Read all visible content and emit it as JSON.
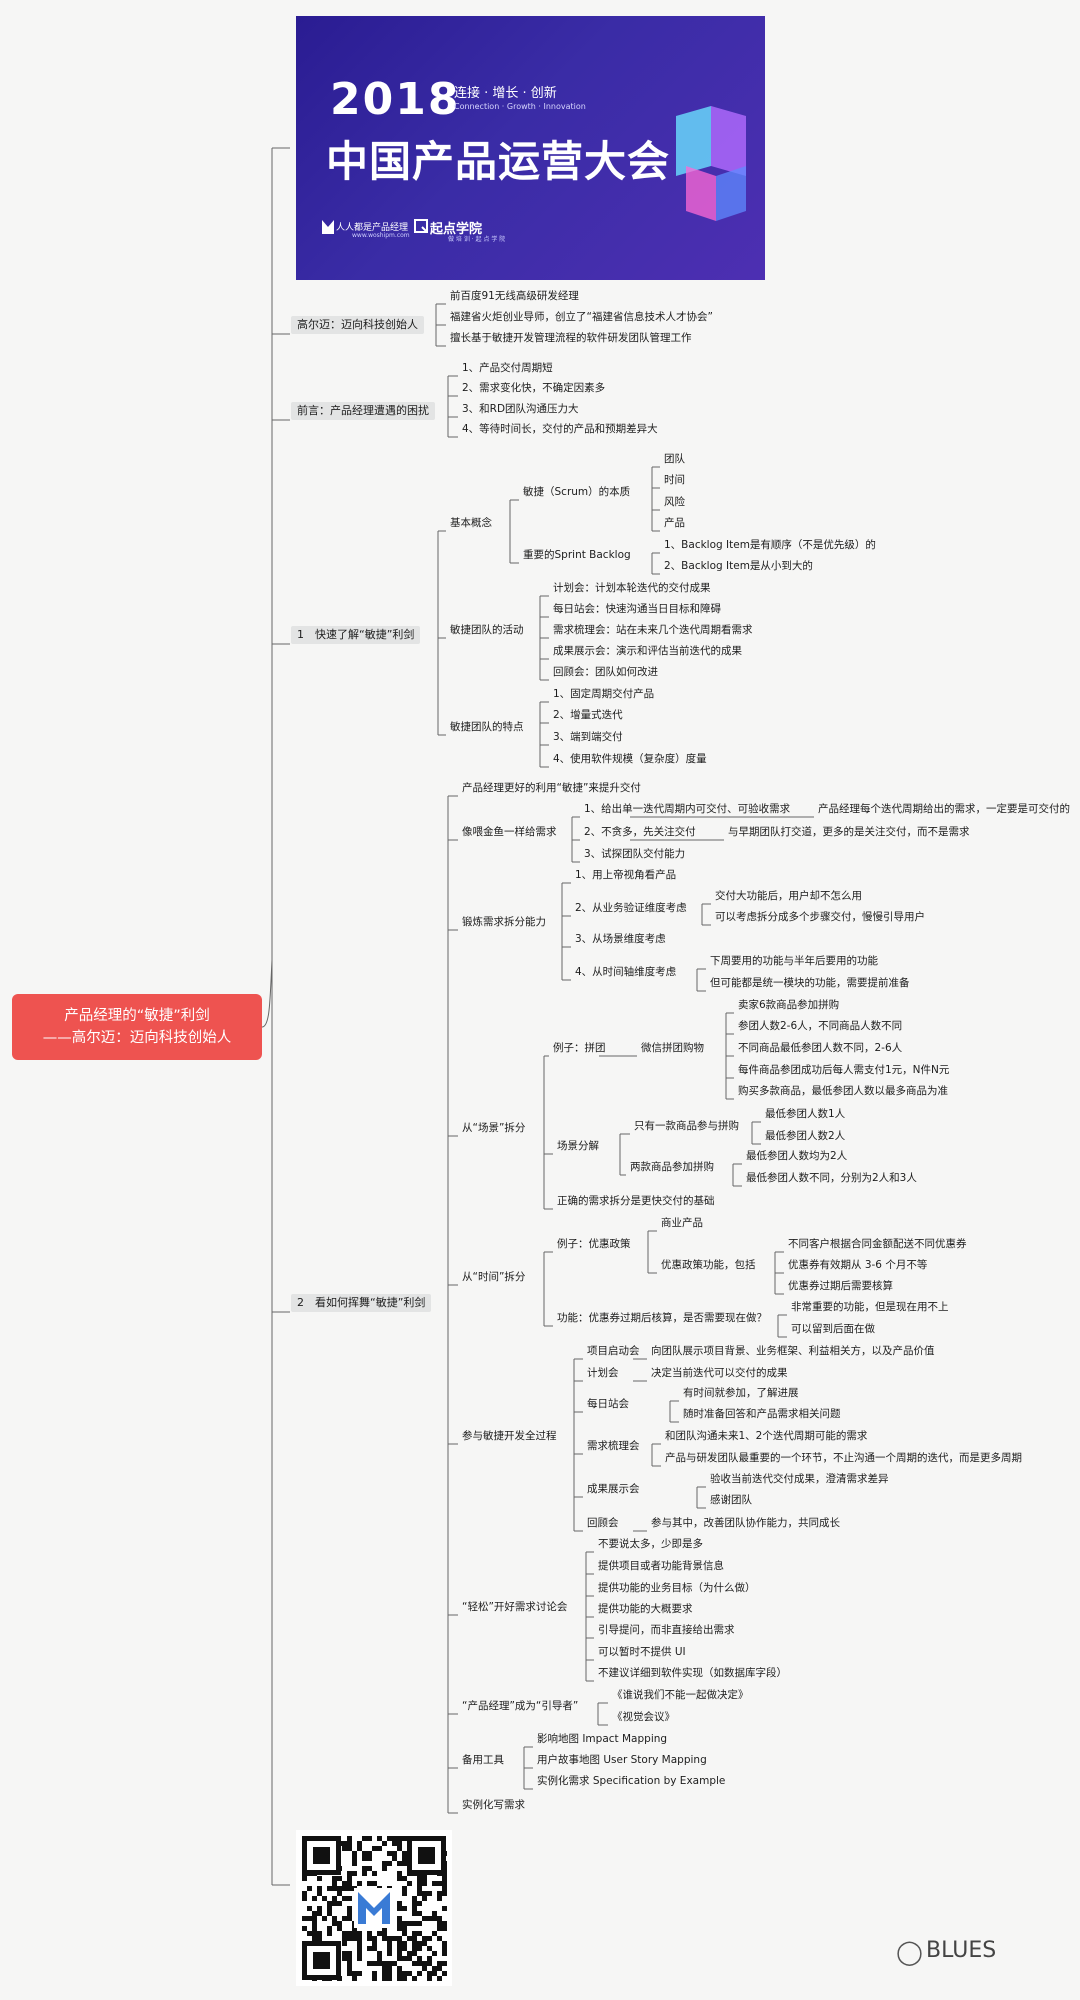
{
  "banner": {
    "year": "2018",
    "slogan": "连接 · 增长 · 创新",
    "slogan_en": "Connection · Growth · Innovation",
    "title": "中国产品运营大会",
    "org1": "人人都是产品经理",
    "org1_en": "www.woshipm.com",
    "org2": "起点学院",
    "org2_en": "做 培 训 · 起 点 学 院",
    "brand_color": "#2d1f9b"
  },
  "root": {
    "line1": "产品经理的“敏捷”利剑",
    "line2": "——高尔迈：迈向科技创始人",
    "color": "#ee5350"
  },
  "watermark": "BLUES",
  "mindmap": {
    "n1": "高尔迈：迈向科技创始人",
    "n1_1": "前百度91无线高级研发经理",
    "n1_2": "福建省火炬创业导师，创立了“福建省信息技术人才协会”",
    "n1_3": "擅长基于敏捷开发管理流程的软件研发团队管理工作",
    "n2": "前言：产品经理遭遇的困扰",
    "n2_1": "1、产品交付周期短",
    "n2_2": "2、需求变化快，不确定因素多",
    "n2_3": "3、和RD团队沟通压力大",
    "n2_4": "4、等待时间长，交付的产品和预期差异大",
    "n3": "1　快速了解“敏捷”利剑",
    "n3a": "基本概念",
    "n3a1": "敏捷（Scrum）的本质",
    "n3a1_1": "团队",
    "n3a1_2": "时间",
    "n3a1_3": "风险",
    "n3a1_4": "产品",
    "n3a2": "重要的Sprint Backlog",
    "n3a2_1": "1、Backlog Item是有顺序（不是优先级）的",
    "n3a2_2": "2、Backlog Item是从小到大的",
    "n3b": "敏捷团队的活动",
    "n3b_1": "计划会：计划本轮迭代的交付成果",
    "n3b_2": "每日站会：快速沟通当日目标和障碍",
    "n3b_3": "需求梳理会：站在未来几个迭代周期看需求",
    "n3b_4": "成果展示会：演示和评估当前迭代的成果",
    "n3b_5": "回顾会：团队如何改进",
    "n3c": "敏捷团队的特点",
    "n3c_1": "1、固定周期交付产品",
    "n3c_2": "2、增量式迭代",
    "n3c_3": "3、端到端交付",
    "n3c_4": "4、使用软件规模（复杂度）度量",
    "n4": "2　看如何挥舞“敏捷”利剑",
    "n4a": "产品经理更好的利用“敏捷”来提升交付",
    "n4b": "像喂金鱼一样给需求",
    "n4b_1": "1、给出单一迭代周期内可交付、可验收需求",
    "n4b_1x": "产品经理每个迭代周期给出的需求，一定要是可交付的",
    "n4b_2": "2、不贪多，先关注交付",
    "n4b_2x": "与早期团队打交道，更多的是关注交付，而不是需求",
    "n4b_3": "3、试探团队交付能力",
    "n4c": "锻炼需求拆分能力",
    "n4c_1": "1、用上帝视角看产品",
    "n4c_2": "2、从业务验证维度考虑",
    "n4c_2a": "交付大功能后，用户却不怎么用",
    "n4c_2b": "可以考虑拆分成多个步骤交付，慢慢引导用户",
    "n4c_3": "3、从场景维度考虑",
    "n4c_4": "4、从时间轴维度考虑",
    "n4c_4a": "下周要用的功能与半年后要用的功能",
    "n4c_4b": "但可能都是统一模块的功能，需要提前准备",
    "n4d": "从“场景”拆分",
    "n4d1": "例子：拼团",
    "n4d1a": "微信拼团购物",
    "n4d1a_1": "卖家6款商品参加拼购",
    "n4d1a_2": "参团人数2-6人，不同商品人数不同",
    "n4d1a_3": "不同商品最低参团人数不同，2-6人",
    "n4d1a_4": "每件商品参团成功后每人需支付1元，N件N元",
    "n4d1a_5": "购买多款商品，最低参团人数以最多商品为准",
    "n4d2": "场景分解",
    "n4d2a": "只有一款商品参与拼购",
    "n4d2a_1": "最低参团人数1人",
    "n4d2a_2": "最低参团人数2人",
    "n4d2b": "两款商品参加拼购",
    "n4d2b_1": "最低参团人数均为2人",
    "n4d2b_2": "最低参团人数不同，分别为2人和3人",
    "n4d3": "正确的需求拆分是更快交付的基础",
    "n4e": "从“时间”拆分",
    "n4e1": "例子：优惠政策",
    "n4e1a": "商业产品",
    "n4e1b": "优惠政策功能，包括",
    "n4e1b_1": "不同客户根据合同金额配送不同优惠券",
    "n4e1b_2": "优惠券有效期从 3-6 个月不等",
    "n4e1b_3": "优惠券过期后需要核算",
    "n4e2": "功能：优惠券过期后核算，是否需要现在做？",
    "n4e2_1": "非常重要的功能，但是现在用不上",
    "n4e2_2": "可以留到后面在做",
    "n4f": "参与敏捷开发全过程",
    "n4f1": "项目启动会",
    "n4f1x": "向团队展示项目背景、业务框架、利益相关方，以及产品价值",
    "n4f2": "计划会",
    "n4f2x": "决定当前迭代可以交付的成果",
    "n4f3": "每日站会",
    "n4f3a": "有时间就参加，了解进展",
    "n4f3b": "随时准备回答和产品需求相关问题",
    "n4f4": "需求梳理会",
    "n4f4a": "和团队沟通未来1、2个迭代周期可能的需求",
    "n4f4b": "产品与研发团队最重要的一个环节，不止沟通一个周期的迭代，而是更多周期",
    "n4f5": "成果展示会",
    "n4f5a": "验收当前迭代交付成果，澄清需求差异",
    "n4f5b": "感谢团队",
    "n4f6": "回顾会",
    "n4f6x": "参与其中，改善团队协作能力，共同成长",
    "n4g": "“轻松”开好需求讨论会",
    "n4g_1": "不要说太多，少即是多",
    "n4g_2": "提供项目或者功能背景信息",
    "n4g_3": "提供功能的业务目标（为什么做）",
    "n4g_4": "提供功能的大概要求",
    "n4g_5": "引导提问，而非直接给出需求",
    "n4g_6": "可以暂时不提供 UI",
    "n4g_7": "不建议详细到软件实现（如数据库字段）",
    "n4h": "“产品经理”成为“引导者”",
    "n4h_1": "《谁说我们不能一起做决定》",
    "n4h_2": "《视觉会议》",
    "n4i": "备用工具",
    "n4i_1": "影响地图 Impact Mapping",
    "n4i_2": "用户故事地图 User Story Mapping",
    "n4i_3": "实例化需求 Specification by Example",
    "n4j": "实例化写需求"
  }
}
